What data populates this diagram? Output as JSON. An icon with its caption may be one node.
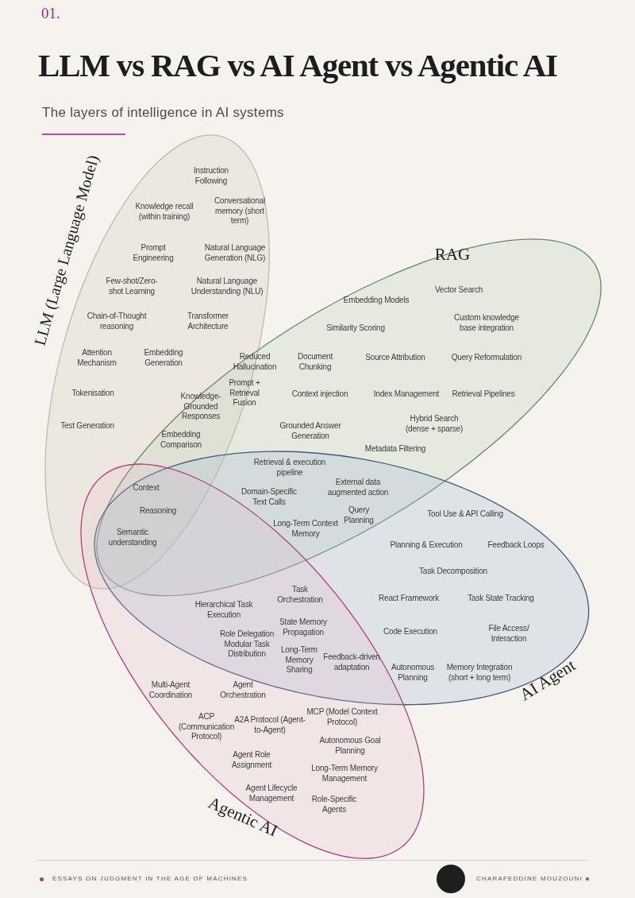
{
  "diagram": {
    "title": "LLM vs RAG vs AI Agent vs Agentic AI",
    "nodes": [
      {
        "text": [
          "LLM (Large Language Model)"
        ]
      },
      {
        "text": [
          "RAG"
        ]
      },
      {
        "text": [
          "AI Agent"
        ]
      },
      {
        "text": [
          "Agentic AI"
        ]
      }
    ],
    "labels": [
      "01.",
      "The layers of intelligence in AI systems",
      "Instruction Following",
      "Knowledge recall (within training)",
      "Conversational memory (short term)",
      "Prompt Engineering",
      "Natural Language Generation (NLG)",
      "Vector Search",
      "Few-shot/Zero-shot Learning",
      "Natural Language Understanding (NLU)",
      "Embedding Models",
      "Chain-of-Thought reasoning",
      "Transformer Architecture",
      "Similarity Scoring",
      "Custom knowledge base integration",
      "Attention Mechanism",
      "Embedding Generation",
      "Reduced Hallucination",
      "Document Chunking",
      "Source Attribution",
      "Query Reformulation",
      "Tokenisation",
      "Prompt + Retrieval Fusion",
      "Context injection",
      "Index Management",
      "Retrieval Pipelines",
      "Knowledge-Grounded Responses",
      "Test Generation",
      "Grounded Answer Generation",
      "Hybrid Search (dense + sparse)",
      "Embedding Comparison",
      "Metadata Filtering",
      "Retrieval & execution pipeline",
      "External data augmented action",
      "Context",
      "Domain-Specific Text Calls",
      "Reasoning",
      "Query Planning",
      "Tool Use & API Calling",
      "Long-Term Context Memory",
      "Semantic understanding",
      "Planning & Execution",
      "Feedback Loops",
      "Task Decomposition",
      "Task Orchestration",
      "React Framework",
      "Task State Tracking",
      "Hierarchical Task Execution",
      "State Memory Propagation",
      "Code Execution",
      "File Access/ Interaction",
      "Role Delegation Modular Task Distribution",
      "Long-Term Memory Sharing",
      "Feedback-driven adaptation",
      "Autonomous Planning",
      "Memory Integration (short + long term)",
      "Multi-Agent Coordination",
      "Agent Orchestration",
      "MCP (Model Context Protocol)",
      "ACP (Communication Protocol)",
      "A2A Protocol (Agent-to-Agent)",
      "Autonomous Goal Planning",
      "Agent Role Assignment",
      "Long-Term Memory Management",
      "Agent Lifecycle Management",
      "Role-Specific Agents",
      "ESSAYS ON JUDGMENT IN THE AGE OF MACHINES",
      "CHARAFEDDINE MOUZOUNI"
    ]
  }
}
